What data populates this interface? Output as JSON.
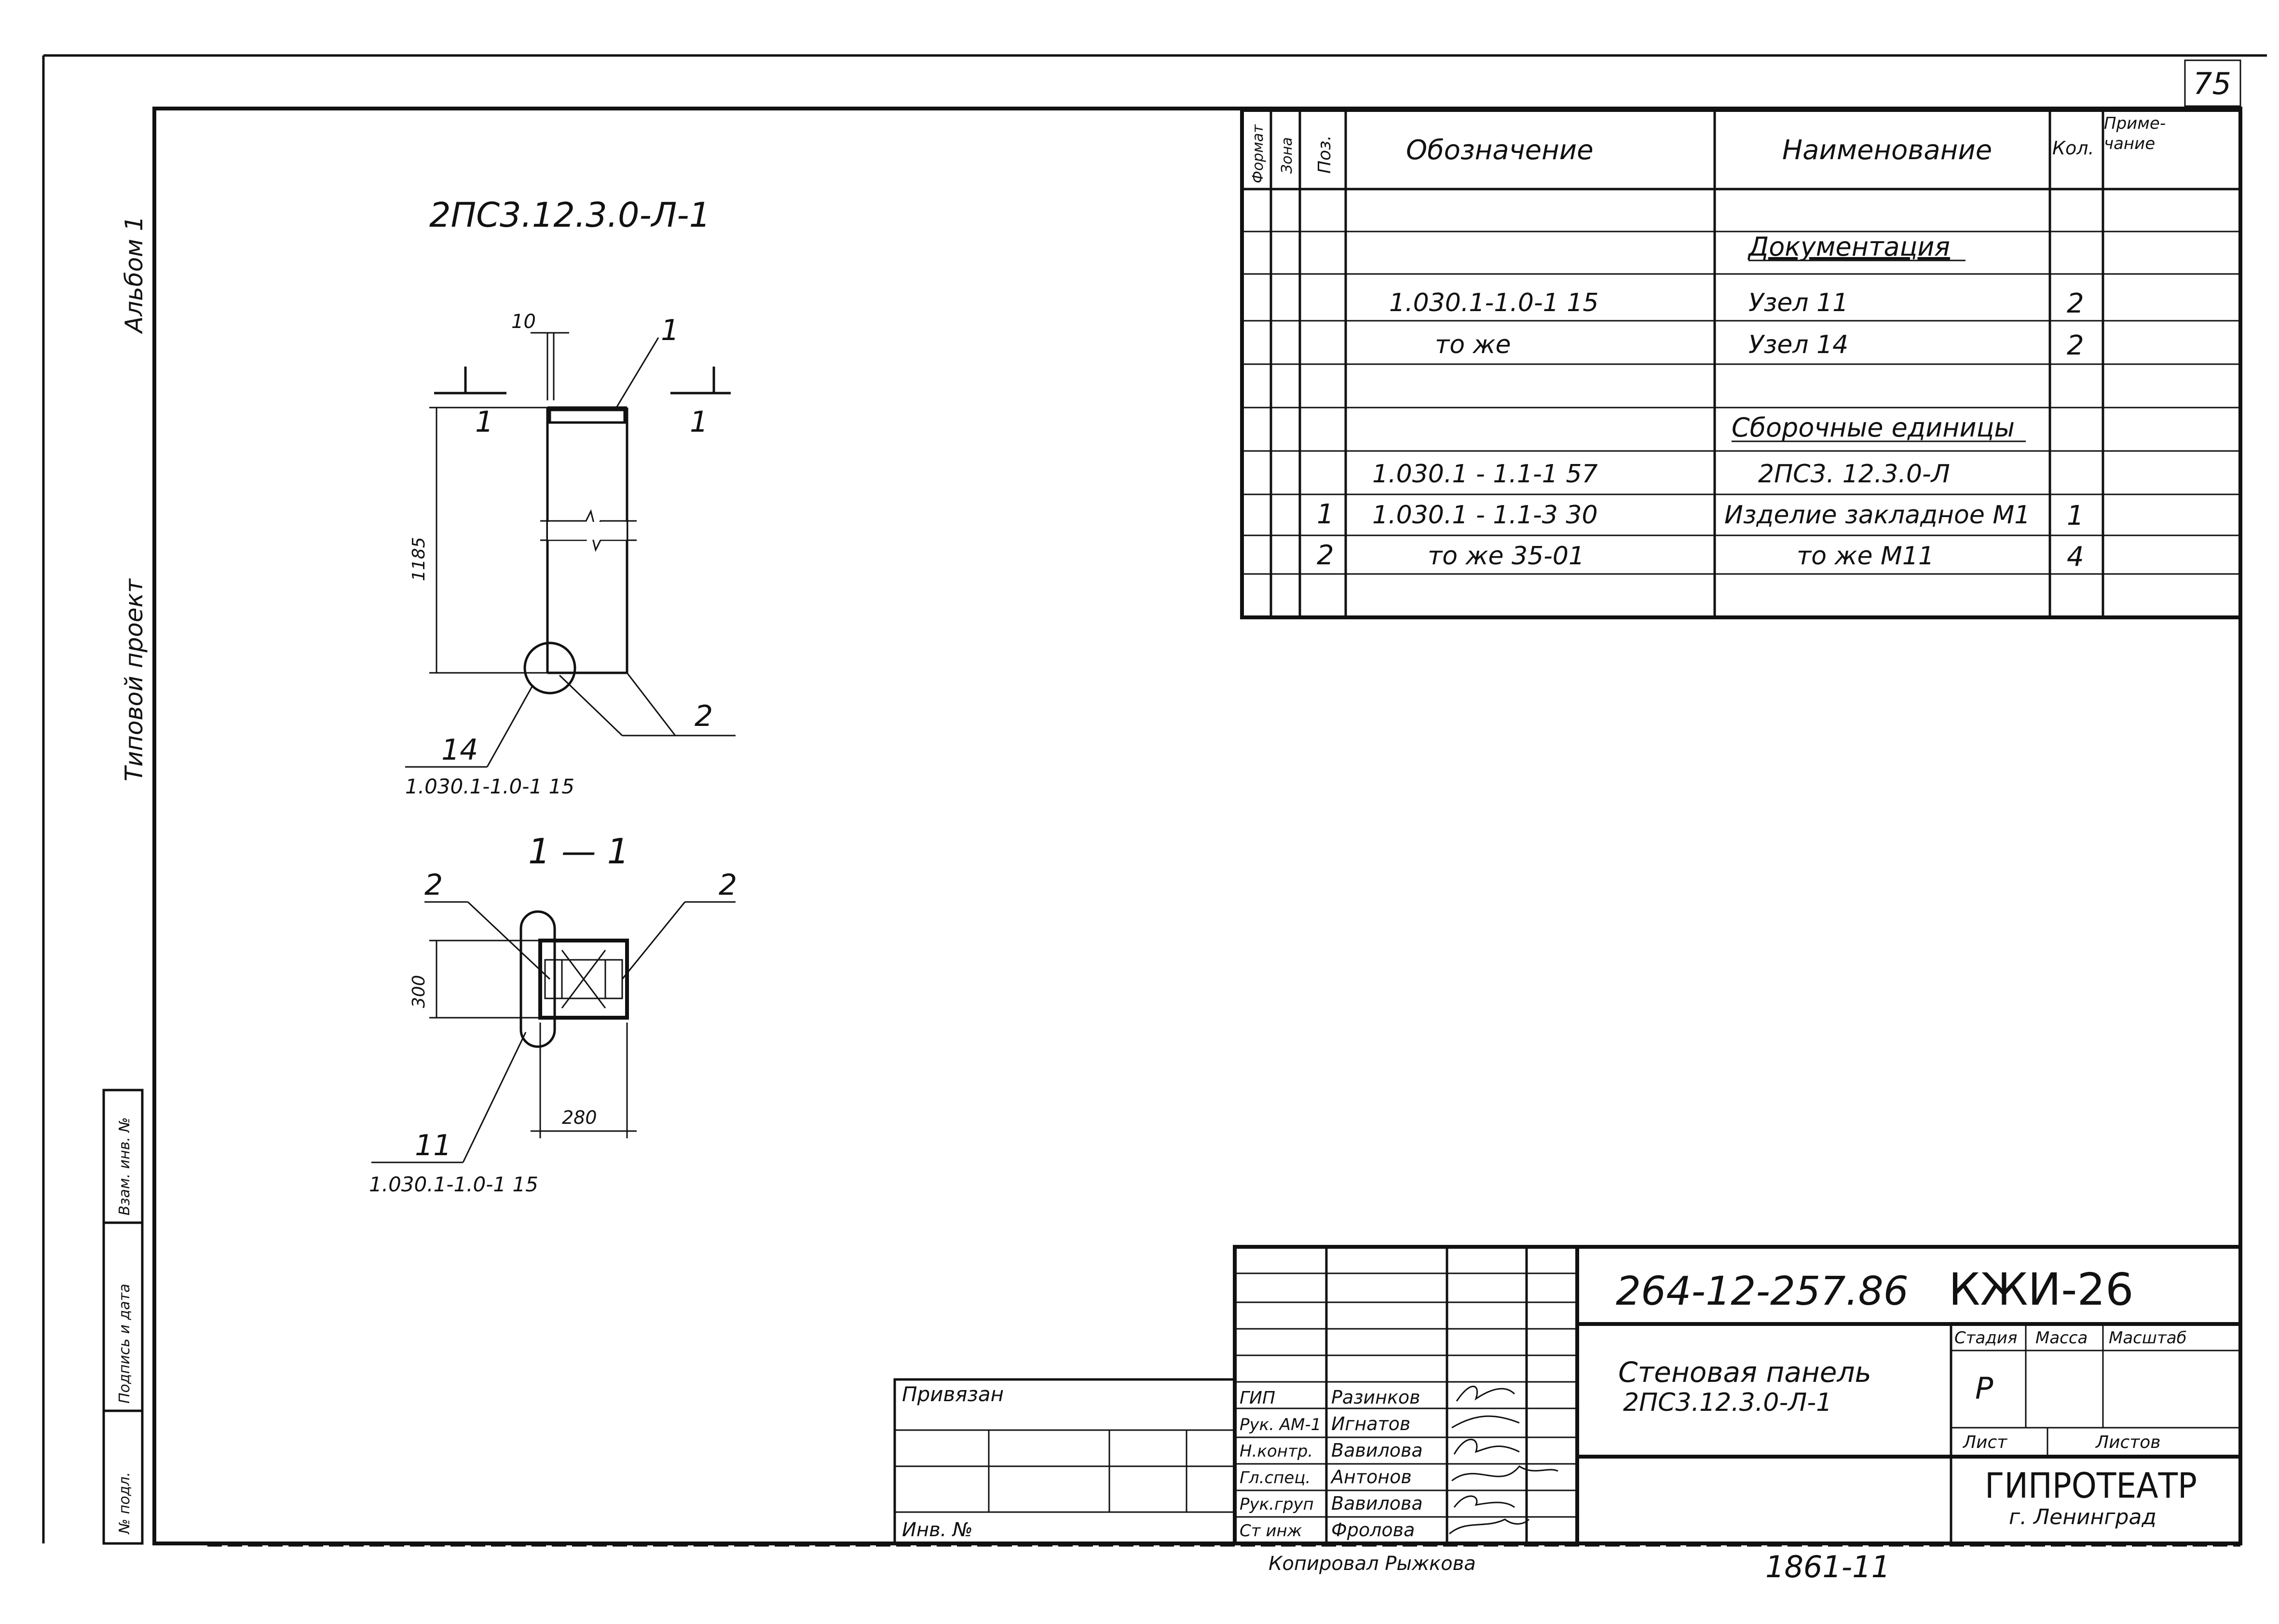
{
  "sheet_number": "75",
  "side_labels": {
    "album": "Альбом 1",
    "project": "Типовой проект",
    "vzam": "Взам. инв. №",
    "podpis": "Подпись и дата",
    "podl": "№ подл."
  },
  "drawing": {
    "title": "2ПС3.12.3.0-Л-1",
    "section_title": "1 — 1",
    "cut_mark": "1",
    "dim_10": "10",
    "dim_1185": "1185",
    "dim_300": "300",
    "dim_280": "280",
    "pos_1": "1",
    "pos_2": "2",
    "node_14": "14",
    "node_14_ref": "1.030.1-1.0-1 15",
    "node_11": "11",
    "node_11_ref": "1.030.1-1.0-1 15"
  },
  "spec": {
    "headers": {
      "format": "Формат",
      "zone": "Зона",
      "pos": "Поз.",
      "designation": "Обозначение",
      "name": "Наименование",
      "qty": "Кол.",
      "note": "Приме-чание"
    },
    "section_docs": "Документация",
    "section_units": "Сборочные единицы",
    "rows": [
      {
        "pos": "",
        "designation": "1.030.1-1.0-1    15",
        "name": "Узел  11",
        "qty": "2"
      },
      {
        "pos": "",
        "designation": "то       же",
        "name": "Узел  14",
        "qty": "2"
      },
      {
        "pos": "",
        "designation": "1.030.1 - 1.1-1   57",
        "name": "2ПС3. 12.3.0-Л",
        "qty": ""
      },
      {
        "pos": "1",
        "designation": "1.030.1 - 1.1-3   30",
        "name": "Изделие закладное М1",
        "qty": "1"
      },
      {
        "pos": "2",
        "designation": "то    же        35-01",
        "name": "то      же         М11",
        "qty": "4"
      }
    ]
  },
  "title_block": {
    "code": "264-12-257.86",
    "mark": "КЖИ-26",
    "doc_title_1": "Стеновая панель",
    "doc_title_2": "2ПС3.12.3.0-Л-1",
    "stage_label": "Стадия",
    "mass_label": "Масса",
    "scale_label": "Масштаб",
    "stage_value": "Р",
    "sheet_label": "Лист",
    "sheets_label": "Листов",
    "org": "ГИПРОТЕАТР",
    "city": "г. Ленинград",
    "privyazan": "Привязан",
    "inv": "Инв. №",
    "roles": [
      "ГИП",
      "Рук. АМ-1",
      "Н.контр.",
      "Гл.спец.",
      "Рук.груп",
      "Ст инж"
    ],
    "names": [
      "Разинков",
      "Игнатов",
      "Вавилова",
      "Антонов",
      "Вавилова",
      "Фролова"
    ]
  },
  "bottom": {
    "copied": "Копировал  Рыжкова",
    "number": "1861-11"
  }
}
